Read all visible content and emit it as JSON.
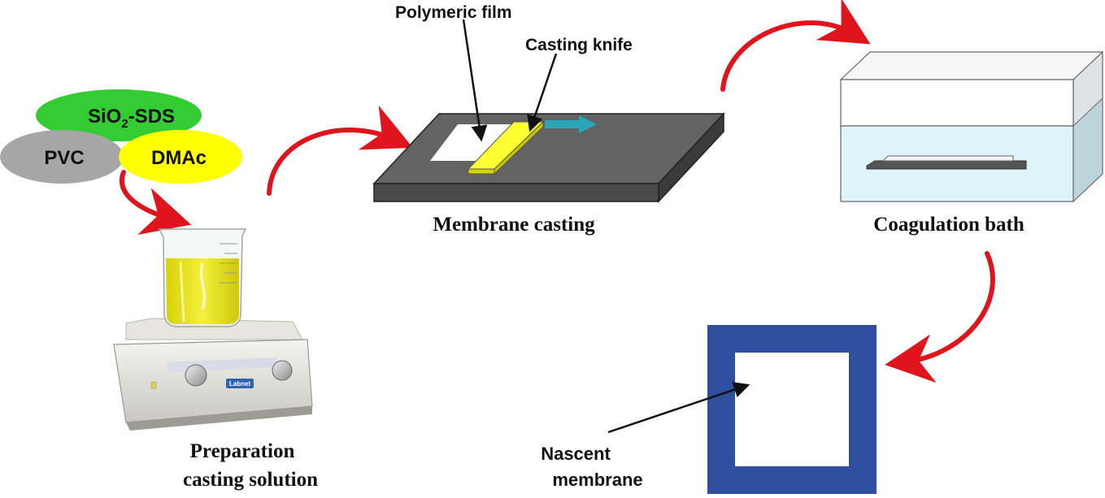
{
  "blobs": {
    "sio2_prefix": "SiO",
    "sio2_sub": "2",
    "sio2_suffix": "-SDS",
    "pvc": "PVC",
    "dmac": "DMAc"
  },
  "steps": {
    "preparation_line1": "Preparation",
    "preparation_line2": "casting solution",
    "membrane_casting": "Membrane casting",
    "coagulation_bath": "Coagulation bath"
  },
  "callouts": {
    "polymeric_film": "Polymeric film",
    "casting_knife": "Casting knife",
    "nascent_line1": "Nascent",
    "nascent_line2": "membrane"
  },
  "device": {
    "brand": "Labnet"
  },
  "colors": {
    "sio2_blob": "#33cc33",
    "pvc_blob": "#a6a6a6",
    "dmac_blob": "#ffff00",
    "arrow_red": "#e0141c",
    "casting_plate": "#595959",
    "knife_yellow": "#ffff33",
    "direction_arrow": "#2aa6b8",
    "bath_water": "#dff3fb",
    "membrane_frame": "#2f4f9e"
  }
}
